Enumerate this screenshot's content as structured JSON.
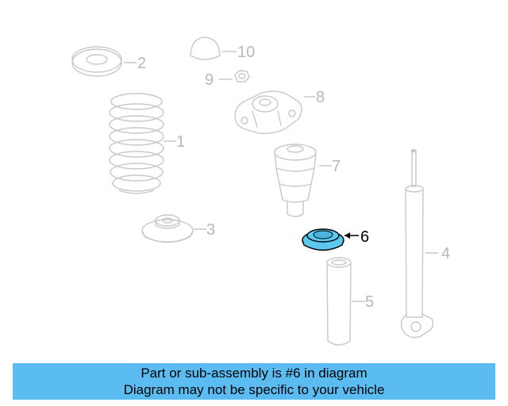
{
  "diagram": {
    "callouts": [
      {
        "id": "1",
        "label": "1"
      },
      {
        "id": "2",
        "label": "2"
      },
      {
        "id": "3",
        "label": "3"
      },
      {
        "id": "4",
        "label": "4"
      },
      {
        "id": "5",
        "label": "5"
      },
      {
        "id": "6",
        "label": "6"
      },
      {
        "id": "7",
        "label": "7"
      },
      {
        "id": "8",
        "label": "8"
      },
      {
        "id": "9",
        "label": "9"
      },
      {
        "id": "10",
        "label": "10"
      }
    ],
    "highlighted_part": "6",
    "highlight_color": "#5bc8f0",
    "part_line_color": "#c8c8c8"
  },
  "banner": {
    "line1": "Part or sub-assembly is #6 in diagram",
    "line2": "Diagram may not be specific to your vehicle",
    "background": "#5bbcf2"
  }
}
